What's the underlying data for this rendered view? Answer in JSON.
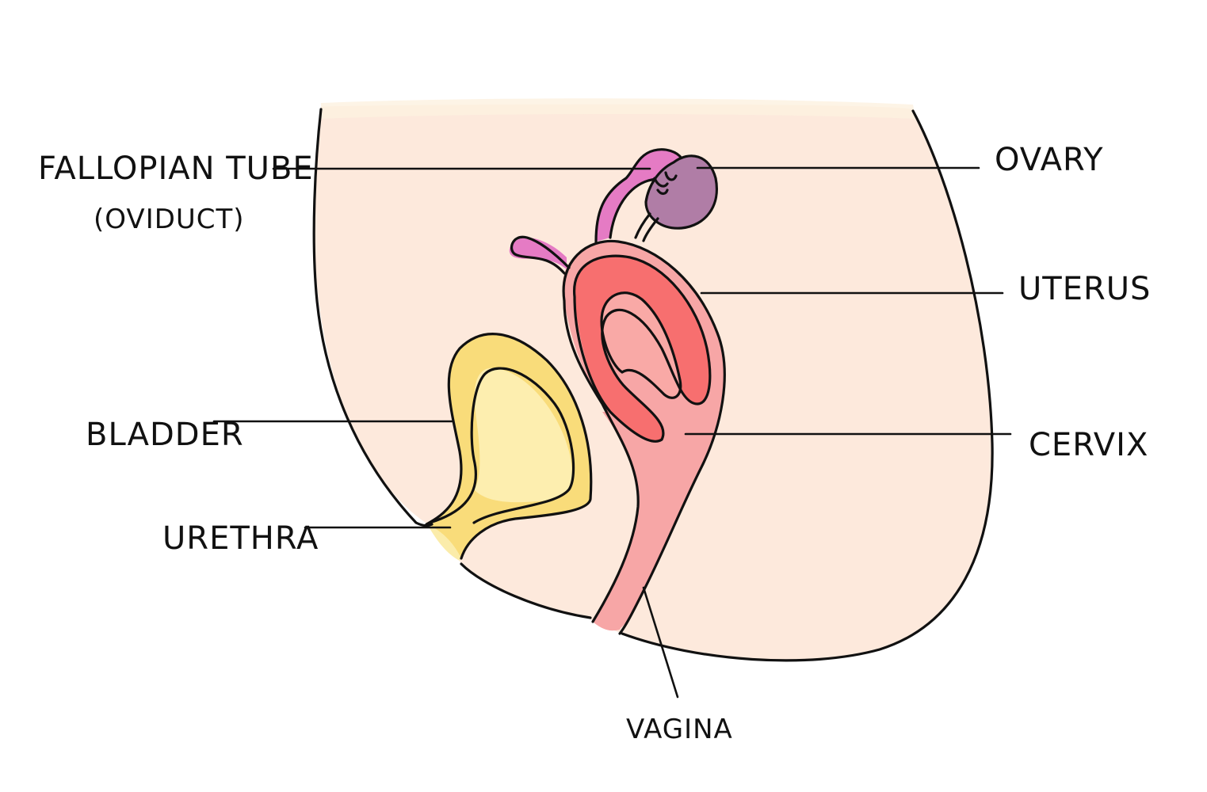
{
  "labels": {
    "fallopian_tube": "FALLOPIAN TUBE",
    "oviduct": "(OVIDUCT)",
    "ovary": "OVARY",
    "uterus": "UTERUS",
    "bladder": "BLADDER",
    "cervix": "CERVIX",
    "urethra": "URETHRA",
    "vagina": "VAGINA"
  },
  "colors": {
    "body": "#fde9dc",
    "body_top": "#fdf1e0",
    "bladder_outer": "#f9dc7a",
    "bladder_inner": "#fdeeaf",
    "urethra": "#fbecaa",
    "uterus_wall": "#f7a6a6",
    "uterus_cavity": "#f76f6f",
    "uterus_inner": "#f9a9a6",
    "vagina": "#f7a3a3",
    "fallopian_tube": "#e57bc4",
    "ovary": "#b07da6",
    "line": "#111111"
  }
}
